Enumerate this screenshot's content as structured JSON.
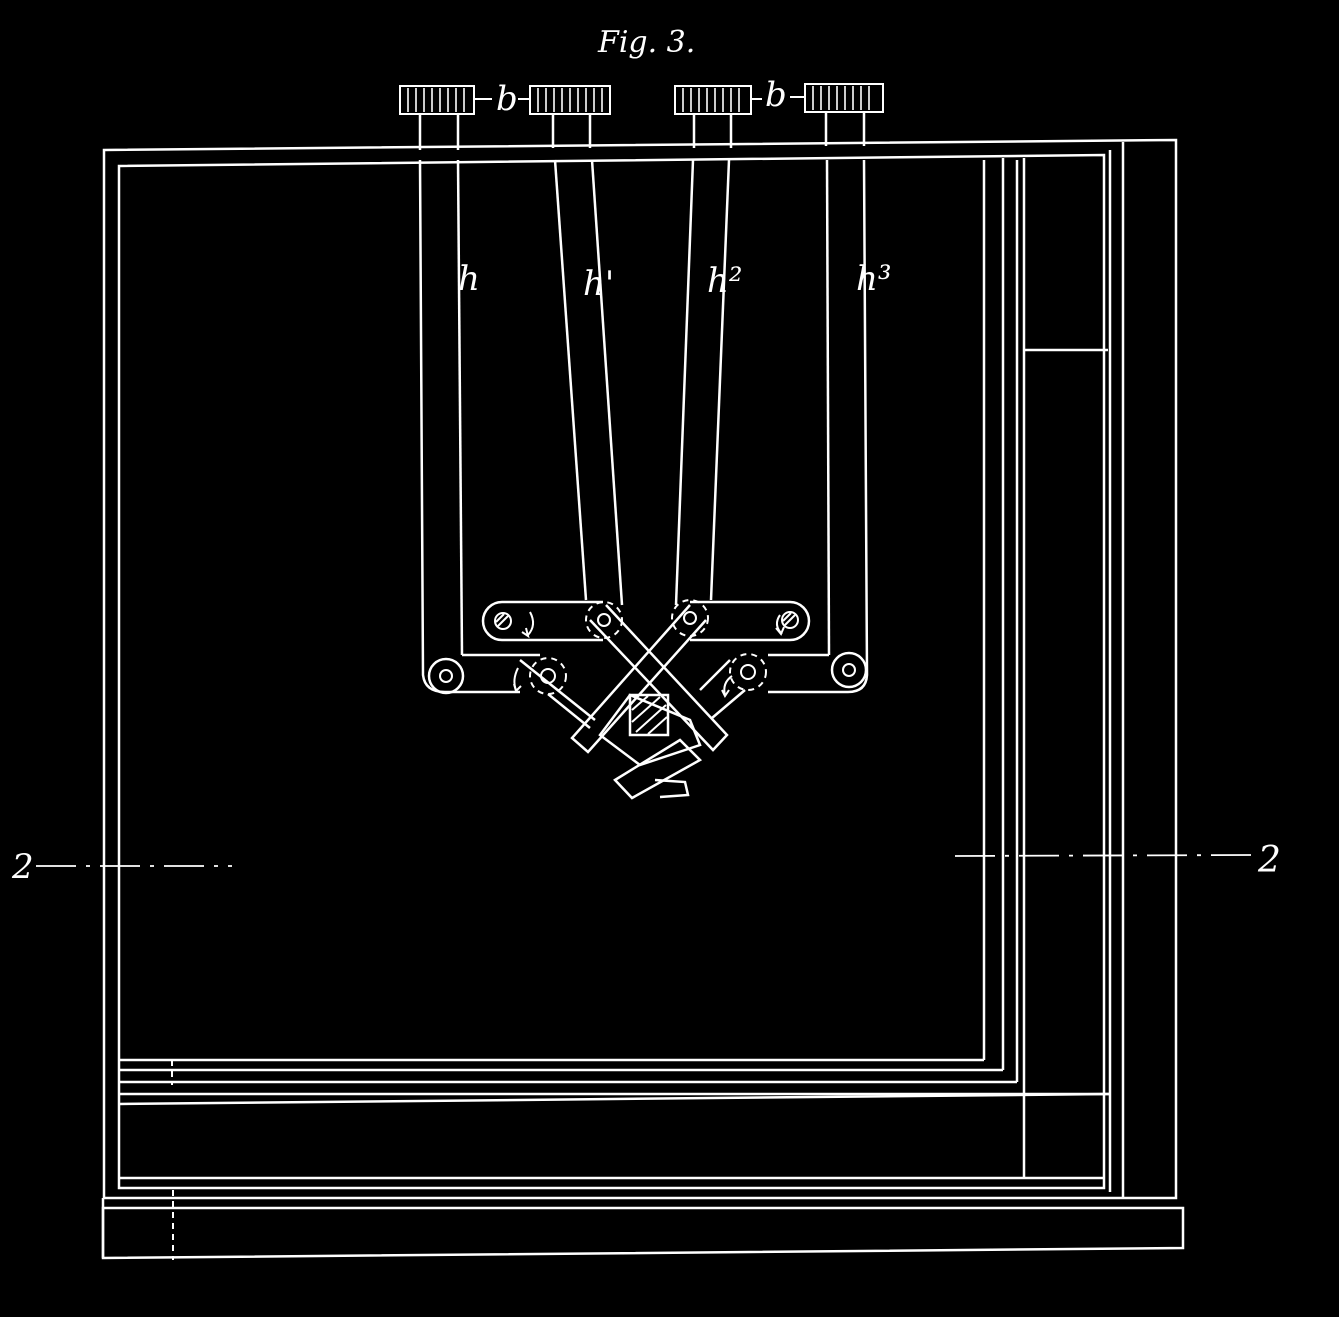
{
  "figure": {
    "title": "Fig. 3.",
    "labels": {
      "b_left": "b",
      "b_right": "b",
      "h": "h",
      "h1": "h'",
      "h2": "h²",
      "h3": "h³",
      "section_left": "2",
      "section_right": "2"
    }
  },
  "colors": {
    "background": "#000000",
    "line": "#ffffff"
  }
}
